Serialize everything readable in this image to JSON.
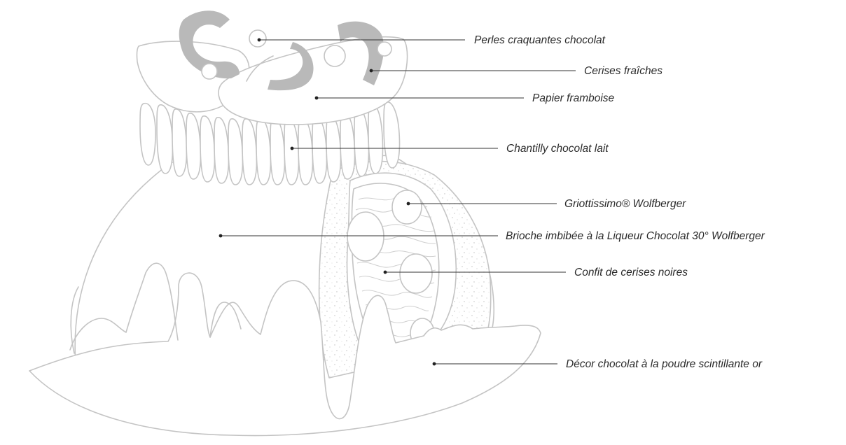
{
  "labels": {
    "perles": "Perles craquantes chocolat",
    "cerises": "Cerises fraîches",
    "papier": "Papier framboise",
    "chantilly": "Chantilly chocolat lait",
    "griottissimo": "Griottissimo® Wolfberger",
    "brioche": "Brioche imbibée à la Liqueur Chocolat 30° Wolfberger",
    "confit": "Confit de cerises noires",
    "decor": "Décor chocolat à la poudre scintillante or"
  }
}
